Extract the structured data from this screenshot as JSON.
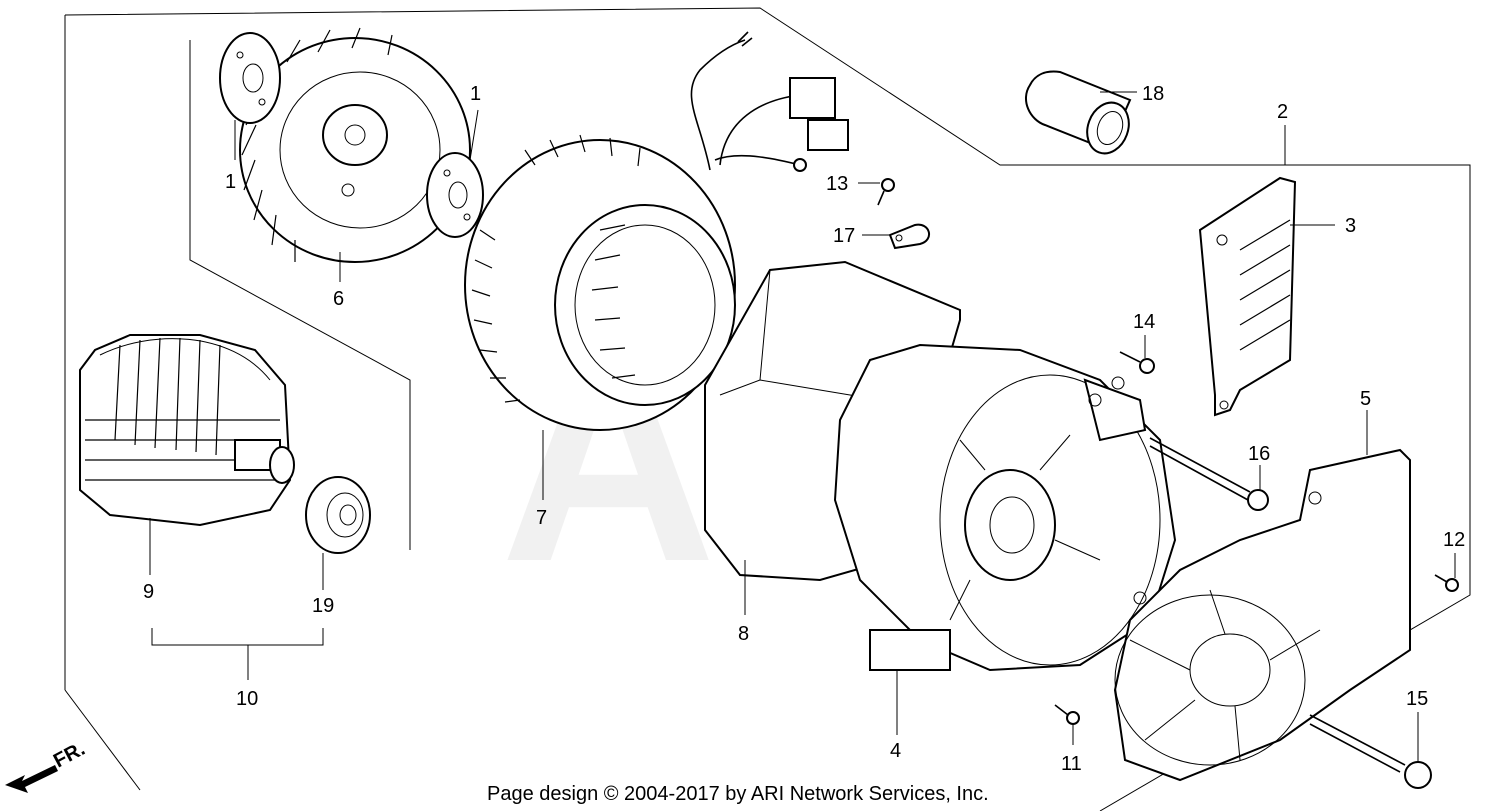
{
  "watermark": "ARI",
  "footer": "Page design © 2004-2017 by ARI Network Services, Inc.",
  "front_marker": "FR.",
  "callouts": {
    "c1a": "1",
    "c1b": "1",
    "c2": "2",
    "c3": "3",
    "c4": "4",
    "c5": "5",
    "c6": "6",
    "c7": "7",
    "c8": "8",
    "c9": "9",
    "c10": "10",
    "c11": "11",
    "c12": "12",
    "c13": "13",
    "c14": "14",
    "c15": "15",
    "c16": "16",
    "c17": "17",
    "c18": "18",
    "c19": "19"
  }
}
